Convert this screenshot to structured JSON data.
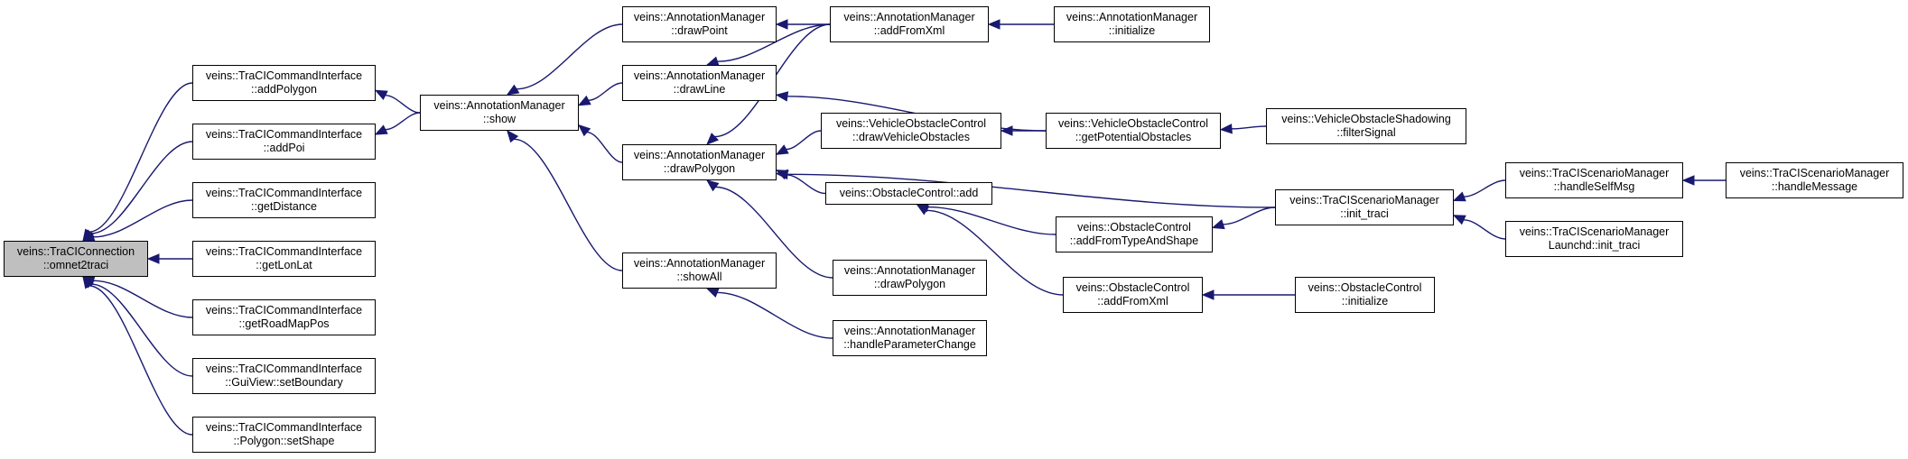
{
  "graph": {
    "nodes": [
      {
        "id": "root",
        "lines": [
          "veins::TraCIConnection",
          "::omnet2traci"
        ],
        "focus": true
      },
      {
        "id": "addPolygon",
        "lines": [
          "veins::TraCICommandInterface",
          "::addPolygon"
        ]
      },
      {
        "id": "addPoi",
        "lines": [
          "veins::TraCICommandInterface",
          "::addPoi"
        ]
      },
      {
        "id": "getDistance",
        "lines": [
          "veins::TraCICommandInterface",
          "::getDistance"
        ]
      },
      {
        "id": "getLonLat",
        "lines": [
          "veins::TraCICommandInterface",
          "::getLonLat"
        ]
      },
      {
        "id": "getRoadMapPos",
        "lines": [
          "veins::TraCICommandInterface",
          "::getRoadMapPos"
        ]
      },
      {
        "id": "setBoundary",
        "lines": [
          "veins::TraCICommandInterface",
          "::GuiView::setBoundary"
        ]
      },
      {
        "id": "setShape",
        "lines": [
          "veins::TraCICommandInterface",
          "::Polygon::setShape"
        ]
      },
      {
        "id": "show",
        "lines": [
          "veins::AnnotationManager",
          "::show"
        ]
      },
      {
        "id": "drawPoint",
        "lines": [
          "veins::AnnotationManager",
          "::drawPoint"
        ]
      },
      {
        "id": "drawLine",
        "lines": [
          "veins::AnnotationManager",
          "::drawLine"
        ]
      },
      {
        "id": "drawPolygon1",
        "lines": [
          "veins::AnnotationManager",
          "::drawPolygon"
        ]
      },
      {
        "id": "showAll",
        "lines": [
          "veins::AnnotationManager",
          "::showAll"
        ]
      },
      {
        "id": "addFromXmlAM",
        "lines": [
          "veins::AnnotationManager",
          "::addFromXml"
        ]
      },
      {
        "id": "initializeAM",
        "lines": [
          "veins::AnnotationManager",
          "::initialize"
        ]
      },
      {
        "id": "drawVehicleObstacles",
        "lines": [
          "veins::VehicleObstacleControl",
          "::drawVehicleObstacles"
        ]
      },
      {
        "id": "getPotentialObstacles",
        "lines": [
          "veins::VehicleObstacleControl",
          "::getPotentialObstacles"
        ]
      },
      {
        "id": "filterSignal",
        "lines": [
          "veins::VehicleObstacleShadowing",
          "::filterSignal"
        ]
      },
      {
        "id": "ocAdd",
        "lines": [
          "veins::ObstacleControl::add"
        ]
      },
      {
        "id": "drawPolygon2",
        "lines": [
          "veins::AnnotationManager",
          "::drawPolygon"
        ]
      },
      {
        "id": "handleParameterChange",
        "lines": [
          "veins::AnnotationManager",
          "::handleParameterChange"
        ]
      },
      {
        "id": "addFromTypeAndShape",
        "lines": [
          "veins::ObstacleControl",
          "::addFromTypeAndShape"
        ]
      },
      {
        "id": "addFromXmlOC",
        "lines": [
          "veins::ObstacleControl",
          "::addFromXml"
        ]
      },
      {
        "id": "initializeOC",
        "lines": [
          "veins::ObstacleControl",
          "::initialize"
        ]
      },
      {
        "id": "initTraci",
        "lines": [
          "veins::TraCIScenarioManager",
          "::init_traci"
        ]
      },
      {
        "id": "handleSelfMsg",
        "lines": [
          "veins::TraCIScenarioManager",
          "::handleSelfMsg"
        ]
      },
      {
        "id": "handleMessage",
        "lines": [
          "veins::TraCIScenarioManager",
          "::handleMessage"
        ]
      },
      {
        "id": "launchdInitTraci",
        "lines": [
          "veins::TraCIScenarioManager",
          "Launchd::init_traci"
        ]
      }
    ],
    "edges": [
      {
        "from": "addPolygon",
        "to": "root"
      },
      {
        "from": "addPoi",
        "to": "root"
      },
      {
        "from": "getDistance",
        "to": "root"
      },
      {
        "from": "getLonLat",
        "to": "root"
      },
      {
        "from": "getRoadMapPos",
        "to": "root"
      },
      {
        "from": "setBoundary",
        "to": "root"
      },
      {
        "from": "setShape",
        "to": "root"
      },
      {
        "from": "show",
        "to": "addPolygon"
      },
      {
        "from": "show",
        "to": "addPoi"
      },
      {
        "from": "drawPoint",
        "to": "show"
      },
      {
        "from": "drawLine",
        "to": "show"
      },
      {
        "from": "drawPolygon1",
        "to": "show"
      },
      {
        "from": "showAll",
        "to": "show"
      },
      {
        "from": "addFromXmlAM",
        "to": "drawPoint"
      },
      {
        "from": "addFromXmlAM",
        "to": "drawLine"
      },
      {
        "from": "addFromXmlAM",
        "to": "drawPolygon1"
      },
      {
        "from": "initializeAM",
        "to": "addFromXmlAM"
      },
      {
        "from": "getPotentialObstacles",
        "to": "drawLine"
      },
      {
        "from": "drawVehicleObstacles",
        "to": "drawPolygon1"
      },
      {
        "from": "initTraci",
        "to": "drawPolygon1"
      },
      {
        "from": "ocAdd",
        "to": "drawPolygon1"
      },
      {
        "from": "drawPolygon2",
        "to": "drawPolygon1"
      },
      {
        "from": "handleParameterChange",
        "to": "showAll"
      },
      {
        "from": "getPotentialObstacles",
        "to": "drawVehicleObstacles"
      },
      {
        "from": "filterSignal",
        "to": "getPotentialObstacles"
      },
      {
        "from": "addFromTypeAndShape",
        "to": "ocAdd"
      },
      {
        "from": "addFromXmlOC",
        "to": "ocAdd"
      },
      {
        "from": "initTraci",
        "to": "addFromTypeAndShape"
      },
      {
        "from": "initializeOC",
        "to": "addFromXmlOC"
      },
      {
        "from": "handleSelfMsg",
        "to": "initTraci"
      },
      {
        "from": "launchdInitTraci",
        "to": "initTraci"
      },
      {
        "from": "handleMessage",
        "to": "handleSelfMsg"
      }
    ]
  }
}
